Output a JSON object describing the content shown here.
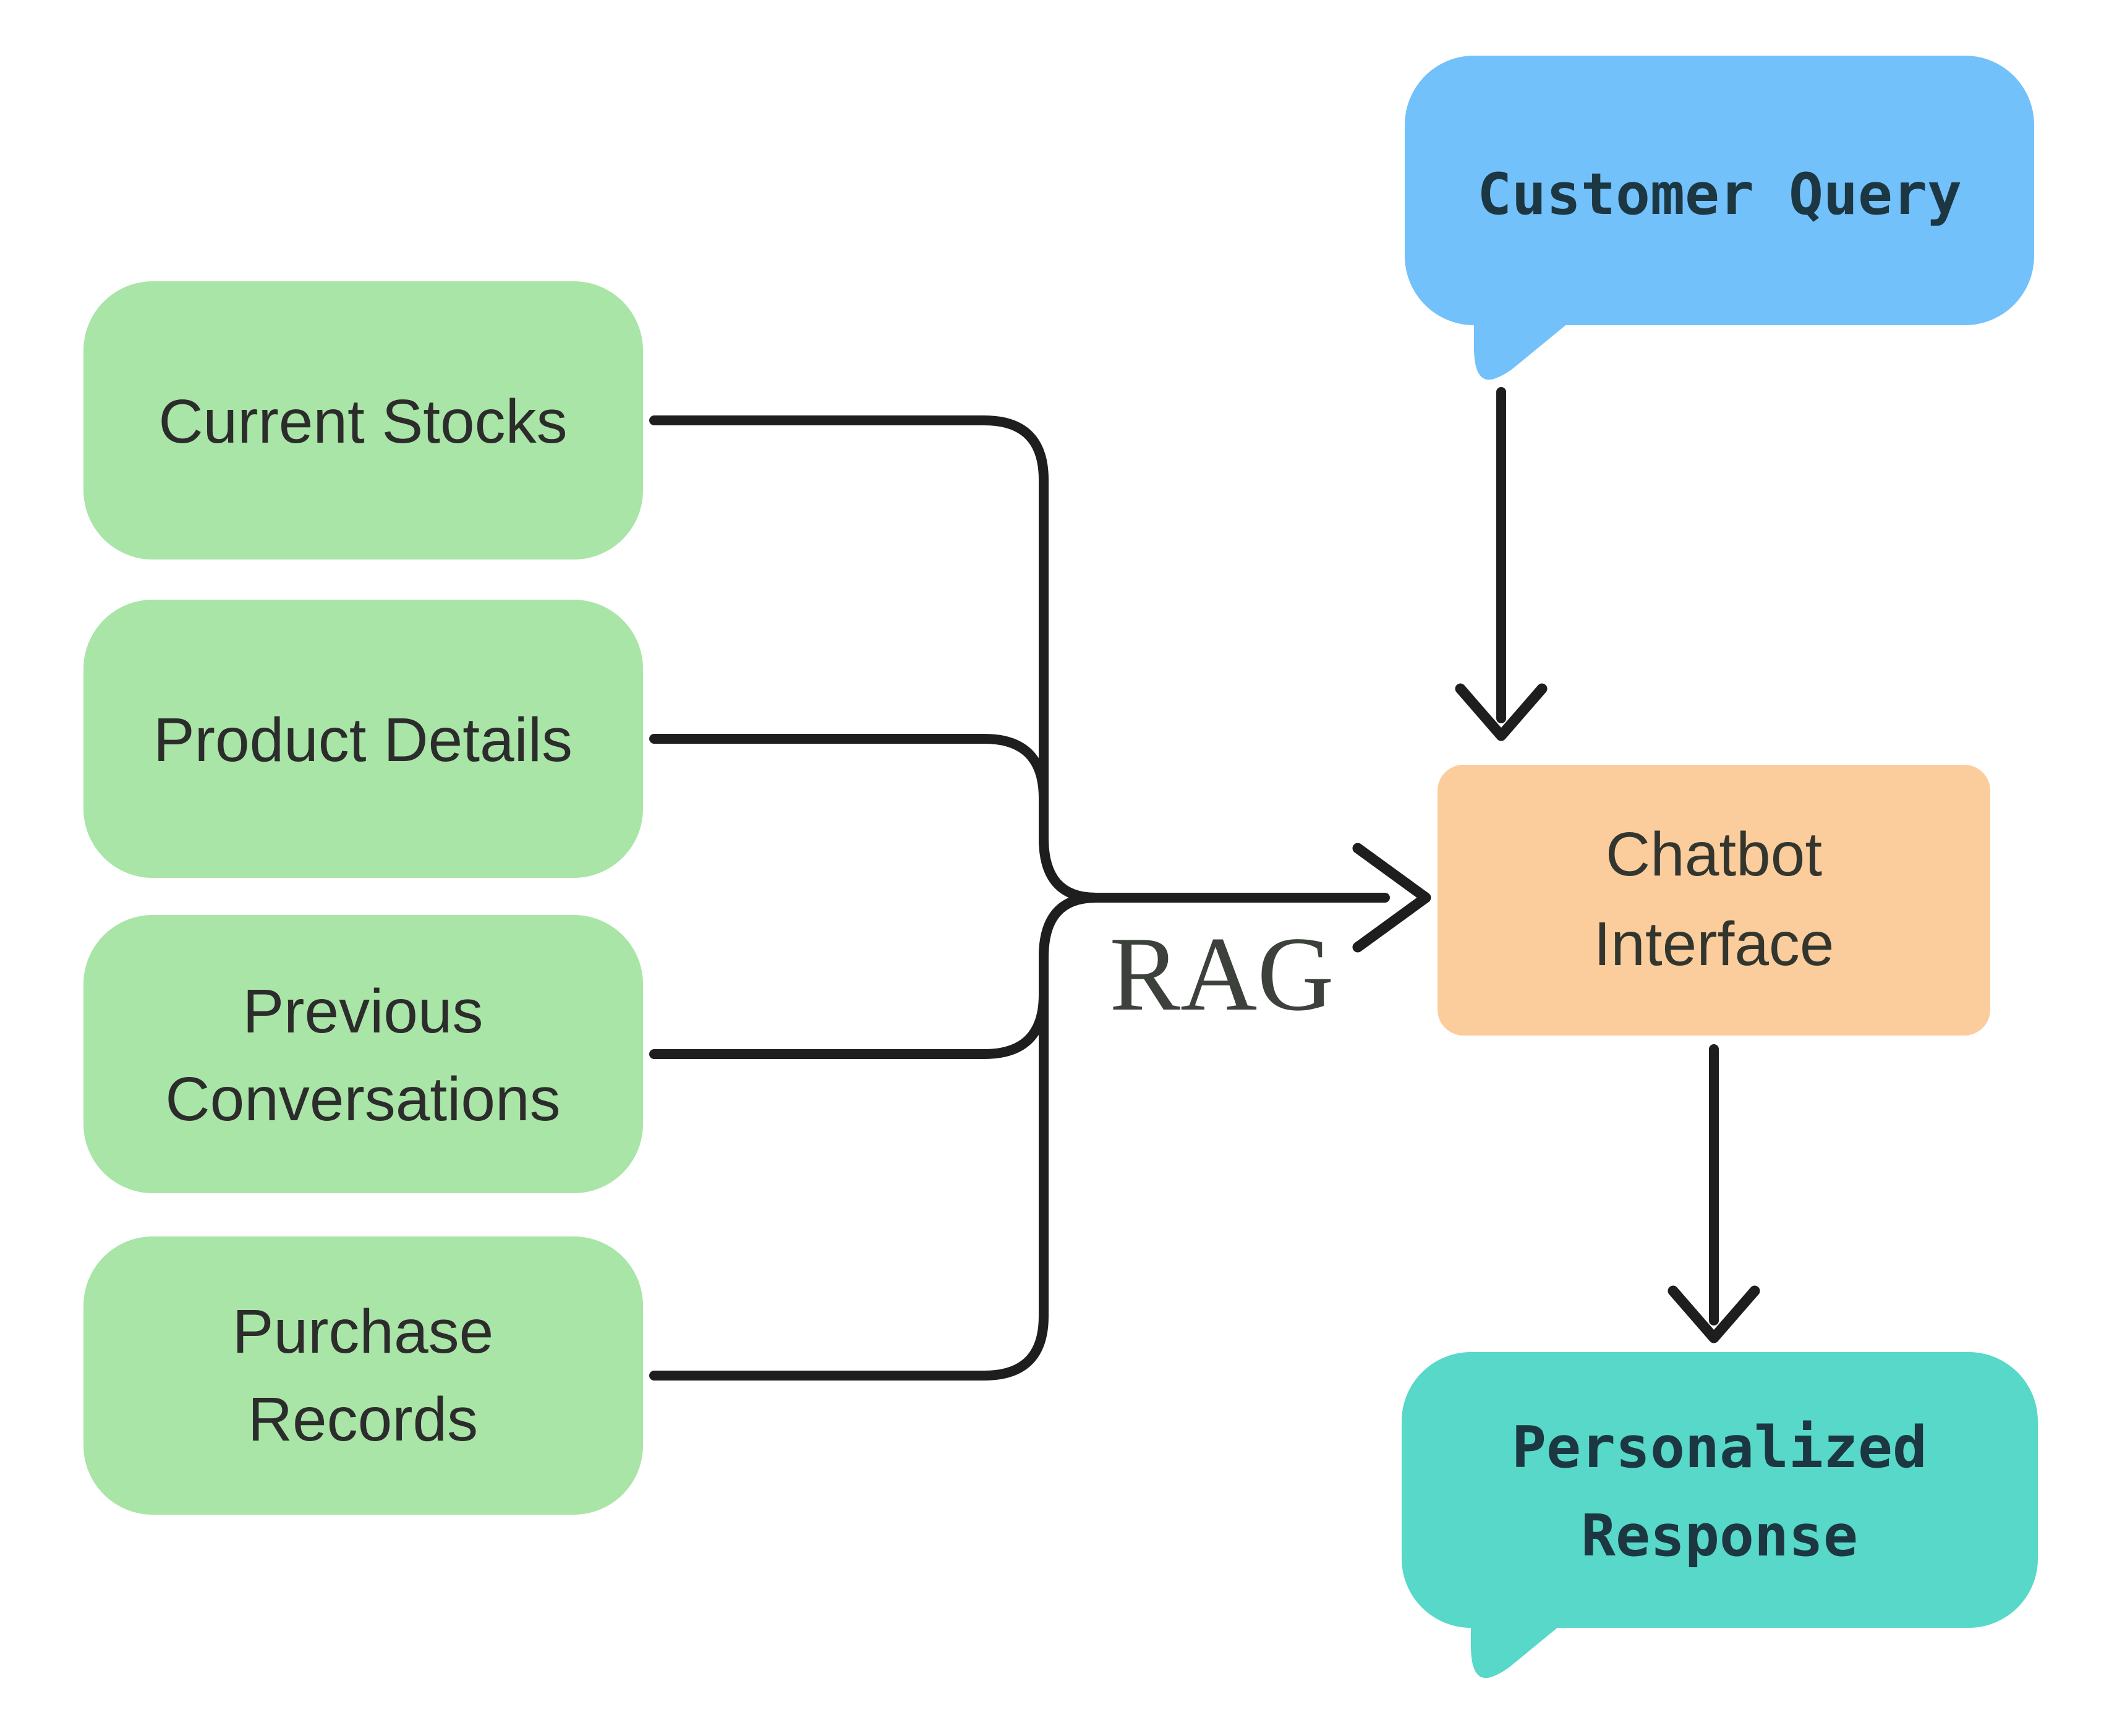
{
  "colors": {
    "background": "#FFFFFF",
    "source_green": "#A9E5A6",
    "query_blue": "#73C1FA",
    "chatbot_orange": "#FBCD9D",
    "response_teal": "#57D8C8",
    "line_dark": "#1E1E1E",
    "source_text": "#2C2C2C",
    "bubble_text": "#1C3742",
    "chatbot_text": "#33362E",
    "rag_text": "#3C413C"
  },
  "nodes": {
    "sources": [
      {
        "label": "Current Stocks"
      },
      {
        "label": "Product Details"
      },
      {
        "line1": "Previous",
        "line2": "Conversations"
      },
      {
        "line1": "Purchase",
        "line2": "Records"
      }
    ],
    "customer_query": {
      "label": "Customer Query"
    },
    "chatbot_interface": {
      "line1": "Chatbot",
      "line2": "Interface"
    },
    "personalized_response": {
      "line1": "Personalized",
      "line2": "Response"
    }
  },
  "labels": {
    "rag": "RAG"
  }
}
